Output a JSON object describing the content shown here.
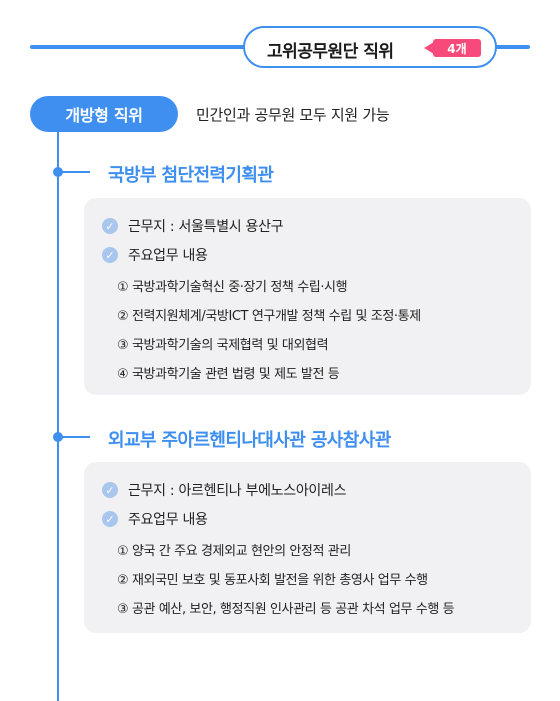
{
  "header": {
    "title": "고위공무원단 직위",
    "count": "4개"
  },
  "section": {
    "type_label": "개방형 직위",
    "type_desc": "민간인과 공무원 모두 지원 가능"
  },
  "positions": [
    {
      "title": "국방부 첨단전력기획관",
      "location": "근무지 : 서울특별시 용산구",
      "duties_label": "주요업무 내용",
      "duties": [
        "① 국방과학기술혁신 중·장기 정책 수립·시행",
        "② 전력지원체계/국방ICT 연구개발 정책 수립 및 조정·통제",
        "③ 국방과학기술의 국제협력 및 대외협력",
        "④ 국방과학기술 관련 법령 및 제도 발전 등"
      ]
    },
    {
      "title": "외교부 주아르헨티나대사관 공사참사관",
      "location": "근무지 : 아르헨티나 부에노스아이레스",
      "duties_label": "주요업무 내용",
      "duties": [
        "① 양국 간 주요 경제외교 현안의 안정적 관리",
        "② 재외국민 보호 및 동포사회 발전을 위한 총영사 업무 수행",
        "③ 공관 예산, 보안, 행정직원 인사관리 등 공관 차석 업무 수행 등"
      ]
    }
  ],
  "icons": {
    "bullet": "check-circle-icon"
  },
  "colors": {
    "accent": "#3f8ff0",
    "badge": "#f84a7a",
    "card_bg": "#f1f1f3",
    "check": "#a9c6ee"
  }
}
